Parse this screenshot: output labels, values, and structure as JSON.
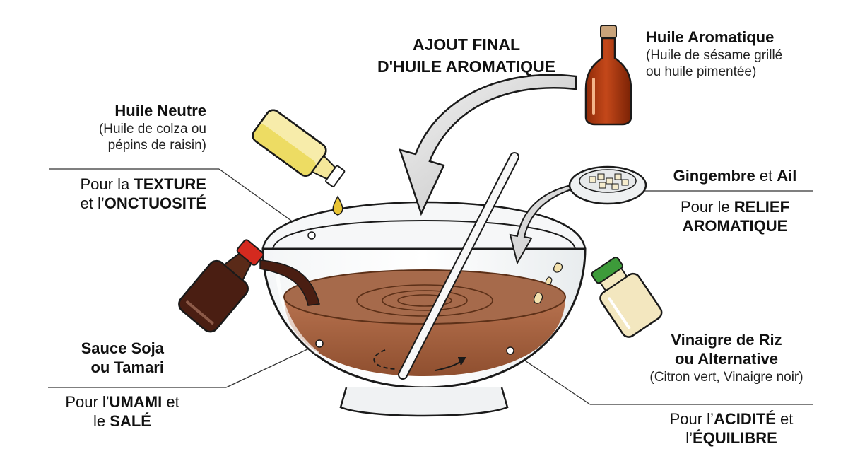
{
  "center_heading": {
    "line1": "AJOUT FINAL",
    "line2": "D'HUILE AROMATIQUE"
  },
  "ingredients": {
    "aromatic_oil": {
      "title": "Huile Aromatique",
      "detail_line1": "(Huile de sésame grillé",
      "detail_line2": "ou huile pimentée)",
      "bottle_color": "#b23a0e"
    },
    "neutral_oil": {
      "title": "Huile Neutre",
      "detail_line1": "(Huile de colza ou",
      "detail_line2": "pépins de raisin)",
      "purpose_pre": "Pour la ",
      "purpose_key": "TEXTURE",
      "purpose_pre2": "et l’",
      "purpose_key2": "ONCTUOSITÉ",
      "bottle_color": "#f5e79a"
    },
    "ginger_garlic": {
      "title_key": "Gingembre",
      "title_mid": " et ",
      "title_key2": "Ail",
      "purpose_pre": "Pour le ",
      "purpose_key": "RELIEF",
      "purpose_key2": "AROMATIQUE"
    },
    "soy_sauce": {
      "title_line1": "Sauce Soja",
      "title_line2": "ou Tamari",
      "purpose_pre": "Pour l’",
      "purpose_key": "UMAMI",
      "purpose_post": " et",
      "purpose_pre2": "le ",
      "purpose_key2": "SALÉ",
      "cap_color": "#d42a1f",
      "bottle_color": "#4a1e12"
    },
    "rice_vinegar": {
      "title_line1": "Vinaigre de Riz",
      "title_line2": "ou Alternative",
      "detail": "(Citron vert, Vinaigre noir)",
      "purpose_pre": "Pour l’",
      "purpose_key": "ACIDITÉ",
      "purpose_post": " et",
      "purpose_pre2": "l’",
      "purpose_key2": "ÉQUILIBRE",
      "cap_color": "#3d9b3a",
      "bottle_color": "#f3e7bf"
    }
  },
  "colors": {
    "sauce": "#b46c45",
    "sauce_surface": "#a66a4b",
    "outline": "#1a1a1a"
  }
}
